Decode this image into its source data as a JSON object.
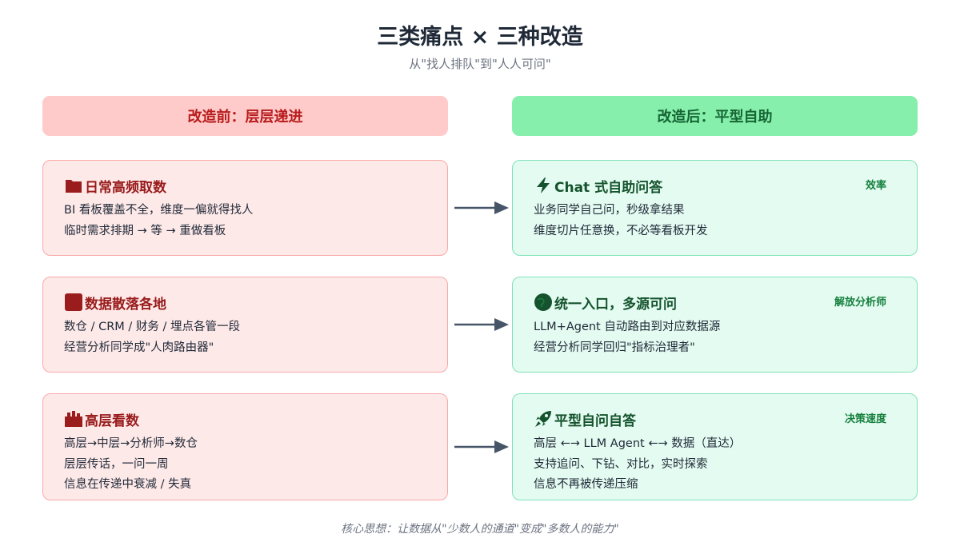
{
  "title": "三类痛点 × 三种改造",
  "subtitle": "从\"找人排队\"到\"人人可问\"",
  "left_header": "改造前：层层递进",
  "right_header": "改造后：平型自助",
  "before": [
    {
      "title": "日常高频取数",
      "icon": "folder-icon",
      "lines": [
        "BI 看板覆盖不全，维度一偏就得找人",
        "临时需求排期 → 等 → 重做看板"
      ]
    },
    {
      "title": "数据散落各地",
      "icon": "scattered-blocks-icon",
      "lines": [
        "数仓 / CRM / 财务 / 埋点各管一段",
        "经营分析同学成\"人肉路由器\""
      ]
    },
    {
      "title": "高层看数",
      "icon": "building-icon",
      "lines": [
        "高层→中层→分析师→数仓",
        "层层传话，一问一周",
        "信息在传递中衰减 / 失真"
      ]
    }
  ],
  "after": [
    {
      "title": "Chat 式自助问答",
      "icon": "lightning-icon",
      "tag": "效率",
      "lines": [
        "业务同学自己问，秒级拿结果",
        "维度切片任意换，不必等看板开发"
      ]
    },
    {
      "title": "统一入口，多源可问",
      "icon": "globe-icon",
      "tag": "解放分析师",
      "lines": [
        "LLM+Agent 自动路由到对应数据源",
        "经营分析同学回归\"指标治理者\""
      ]
    },
    {
      "title": "平型自问自答",
      "icon": "rocket-icon",
      "tag": "决策速度",
      "lines": [
        "高层 ←→ LLM Agent ←→ 数据（直达）",
        "支持追问、下钻、对比，实时探索",
        "信息不再被传递压缩"
      ]
    }
  ],
  "footer": "核心思想：让数据从\"少数人的通道\"变成\"多数人的能力\"",
  "colors": {
    "before_accent": "#991b1b",
    "after_accent": "#14532d",
    "tag": "#15803d",
    "arrow": "#475569"
  }
}
